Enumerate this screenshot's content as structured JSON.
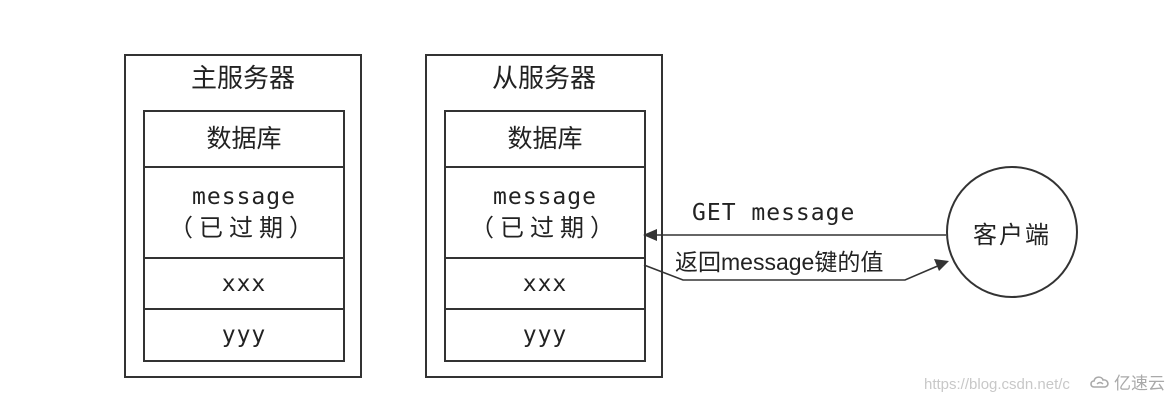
{
  "master_server": {
    "title": "主服务器",
    "database_header": "数据库",
    "rows": [
      {
        "key": "message",
        "note": "（已过期）"
      },
      {
        "key": "xxx"
      },
      {
        "key": "yyy"
      }
    ]
  },
  "slave_server": {
    "title": "从服务器",
    "database_header": "数据库",
    "rows": [
      {
        "key": "message",
        "note": "（已过期）"
      },
      {
        "key": "xxx"
      },
      {
        "key": "yyy"
      }
    ]
  },
  "client": {
    "label": "客户端"
  },
  "arrows": {
    "request": "GET message",
    "response": "返回message键的值"
  },
  "watermark": {
    "url": "https://blog.csdn.net/c",
    "brand": "亿速云"
  },
  "colors": {
    "line": "#333333",
    "watermark": "#c8c8c8"
  }
}
